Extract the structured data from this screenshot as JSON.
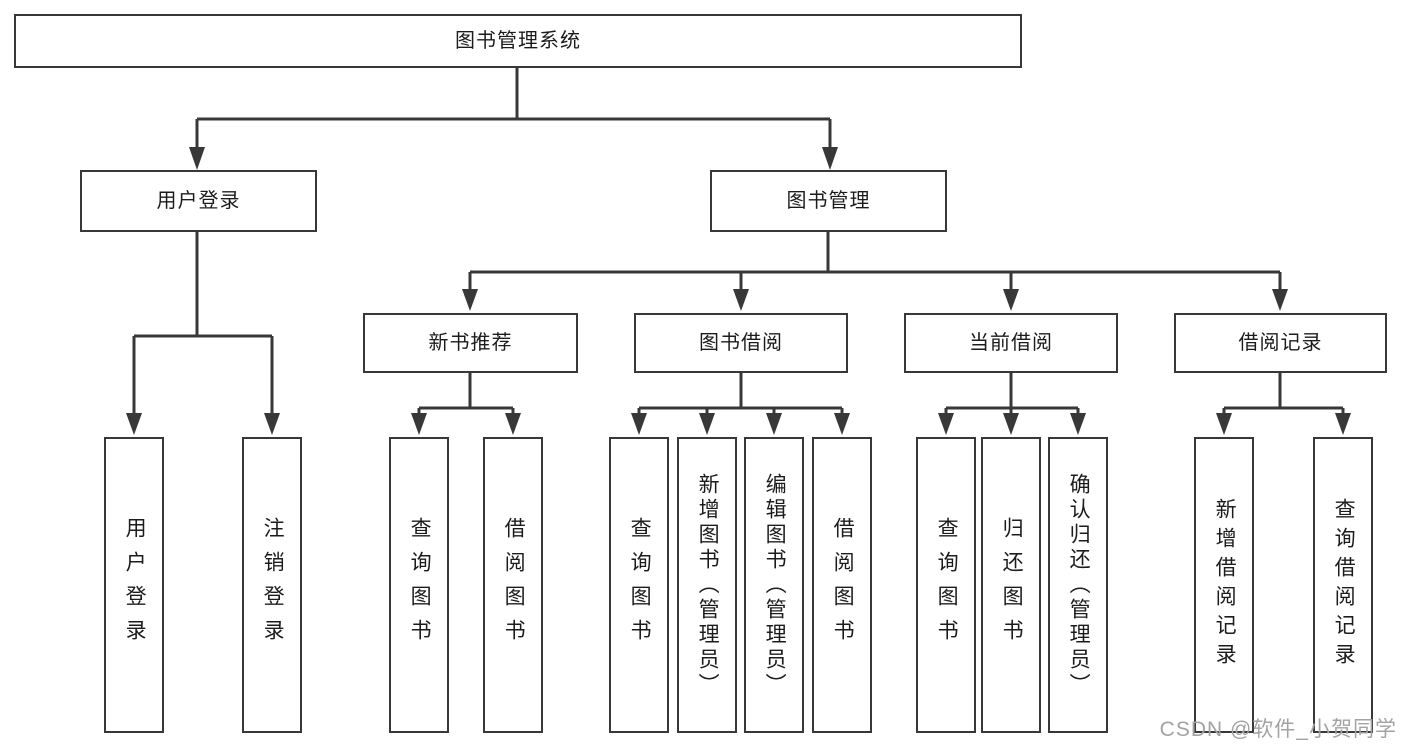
{
  "colors": {
    "line": "#383838",
    "text": "#1c1c1c",
    "watermark": "#a3a3a3",
    "bg": "#ffffff"
  },
  "tree": {
    "root": "图书管理系统",
    "level2": [
      "用户登录",
      "图书管理"
    ],
    "level3": [
      "新书推荐",
      "图书借阅",
      "当前借阅",
      "借阅记录"
    ],
    "leaves": {
      "user_login": [
        "用户登录",
        "注销登录"
      ],
      "new_book": [
        "查询图书",
        "借阅图书"
      ],
      "borrow": [
        "查询图书",
        "新增图书（管理员）",
        "编辑图书（管理员）",
        "借阅图书"
      ],
      "current": [
        "查询图书",
        "归还图书",
        "确认归还（管理员）"
      ],
      "records": [
        "新增借阅记录",
        "查询借阅记录"
      ]
    }
  },
  "watermark": {
    "text": "CSDN @软件_小贺同学"
  }
}
